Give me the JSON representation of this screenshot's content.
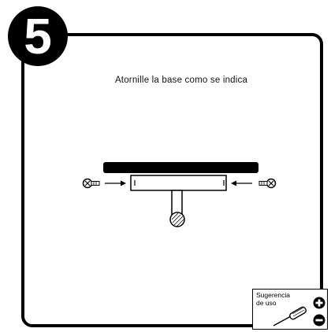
{
  "step": {
    "number": "5"
  },
  "instruction": "Atornille la base como se indica",
  "hint": {
    "line1": "Sugerencia",
    "line2": "de uso"
  },
  "icons": [
    "plus-icon",
    "minus-icon",
    "screwdriver-icon",
    "screw-icon",
    "arrow-right-icon",
    "arrow-left-icon"
  ]
}
